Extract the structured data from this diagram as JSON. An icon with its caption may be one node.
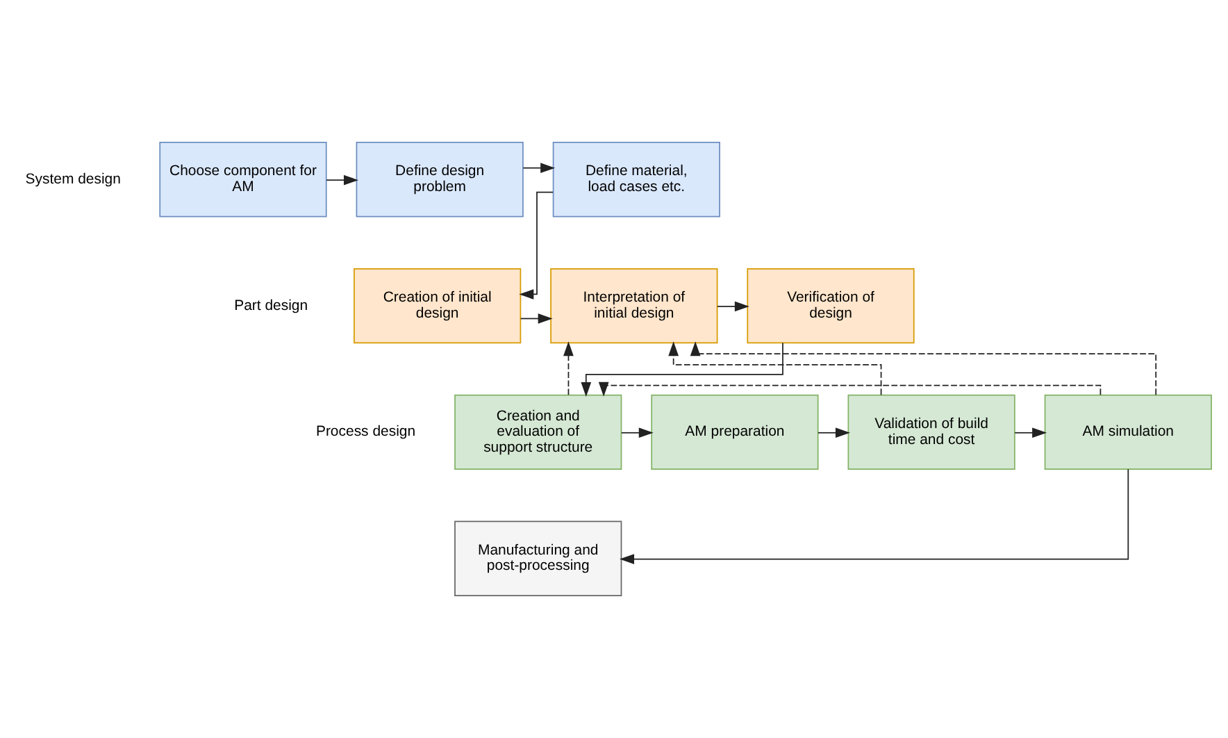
{
  "diagram": {
    "nodes": [
      {
        "text": [
          "Choose component for AM"
        ]
      },
      {
        "text": [
          "Define design problem"
        ]
      },
      {
        "text": [
          "Define material, load cases etc."
        ]
      },
      {
        "text": [
          "Creation of initial design"
        ]
      },
      {
        "text": [
          "Interpretation of initial design"
        ]
      },
      {
        "text": [
          "Verification of design"
        ]
      },
      {
        "text": [
          "Creation and evaluation of support structure"
        ]
      },
      {
        "text": [
          "AM preparation"
        ]
      },
      {
        "text": [
          "Validation of build time and cost"
        ]
      },
      {
        "text": [
          "AM simulation"
        ]
      },
      {
        "text": [
          "Manufacturing and post-processing"
        ]
      }
    ],
    "edges": [
      {
        "from": 0,
        "to": 1,
        "arrow": "to"
      },
      {
        "from": 1,
        "to": 2,
        "arrow": "to"
      },
      {
        "from": 2,
        "to": 3,
        "arrow": "to"
      },
      {
        "from": 3,
        "to": 4,
        "arrow": "to"
      },
      {
        "from": 4,
        "to": 5,
        "arrow": "to"
      },
      {
        "from": 5,
        "to": 6,
        "arrow": "to"
      },
      {
        "from": 6,
        "to": 7,
        "arrow": "to"
      },
      {
        "from": 7,
        "to": 8,
        "arrow": "to"
      },
      {
        "from": 8,
        "to": 9,
        "arrow": "to"
      },
      {
        "from": 6,
        "to": 4,
        "arrow": "to",
        "style": "dashed"
      },
      {
        "from": 8,
        "to": 4,
        "arrow": "to",
        "style": "dashed"
      },
      {
        "from": 9,
        "to": 4,
        "arrow": "to",
        "style": "dashed"
      },
      {
        "from": 9,
        "to": 6,
        "arrow": "to",
        "style": "dashed"
      },
      {
        "from": 9,
        "to": 10,
        "arrow": "to"
      }
    ],
    "labels": [
      "System design",
      "Part design",
      "Process design"
    ]
  }
}
